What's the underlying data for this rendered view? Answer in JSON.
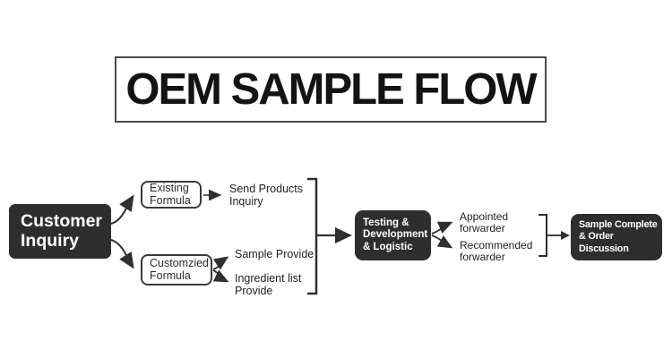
{
  "title": {
    "text": "OEM SAMPLE FLOW"
  },
  "colors": {
    "dark_box": "#2e2e2e",
    "line": "#2f2f2f",
    "box_border": "#3a3a3a",
    "title_border": "#4a4a4a",
    "text_dark": "#1f1f1f",
    "text_light": "#ffffff",
    "background": "#ffffff"
  },
  "nodes": {
    "customer_inquiry": {
      "label": "Customer\nInquiry"
    },
    "existing_formula": {
      "label": "Existing\nFormula"
    },
    "customized_formula": {
      "label": "Customzied\nFormula"
    },
    "send_products_inquiry": {
      "label": "Send Products\nInquiry"
    },
    "sample_provide": {
      "label": "Sample Provide"
    },
    "ingredient_list_provide": {
      "label": "Ingredient list\nProvide"
    },
    "testing_development_logistic": {
      "label": "Testing &\nDevelopment\n& Logistic"
    },
    "appointed_forwarder": {
      "label": "Appointed\nforwarder"
    },
    "recommended_forwarder": {
      "label": "Recommended\nforwarder"
    },
    "sample_complete_order_discussion": {
      "label": "Sample Complete\n& Order Discussion"
    }
  }
}
